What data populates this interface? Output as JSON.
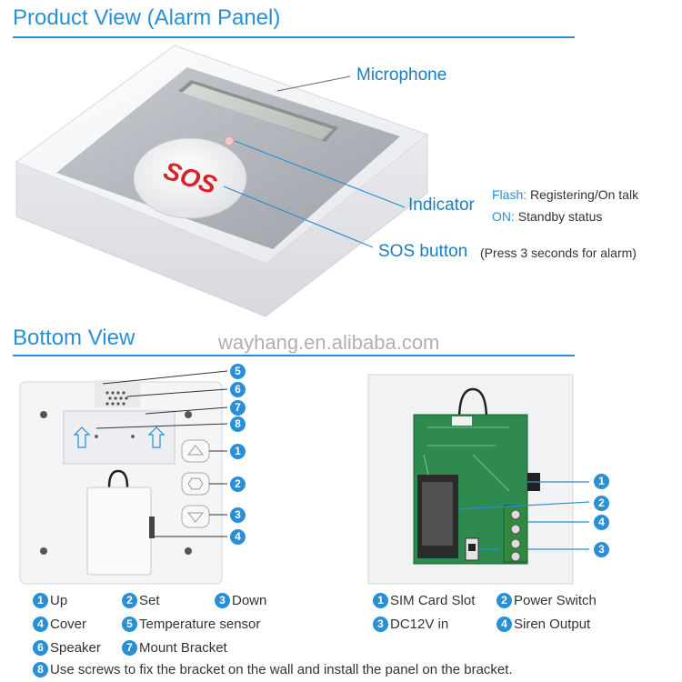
{
  "product_view": {
    "title": "Product View (Alarm Panel)",
    "sos_label": "SOS",
    "callouts": {
      "microphone": "Microphone",
      "indicator": "Indicator",
      "sos_button": "SOS button",
      "sos_note": "(Press 3 seconds for alarm)"
    },
    "indicator_notes": {
      "flash_key": "Flash:",
      "flash_text": "Registering/On talk",
      "on_key": "ON:",
      "on_text": "Standby status"
    }
  },
  "bottom_view": {
    "title": "Bottom View",
    "watermark": "wayhang.en.alibaba.com",
    "left_badges": [
      "5",
      "6",
      "7",
      "8",
      "1",
      "2",
      "3",
      "4"
    ],
    "right_badges": [
      "1",
      "2",
      "4",
      "3"
    ]
  },
  "legend": {
    "row1": [
      {
        "num": "1",
        "text": "Up"
      },
      {
        "num": "2",
        "text": "Set"
      },
      {
        "num": "3",
        "text": "Down"
      },
      {
        "num": "1",
        "text": "SIM Card Slot"
      },
      {
        "num": "2",
        "text": "Power Switch"
      }
    ],
    "row2": [
      {
        "num": "4",
        "text": "Cover"
      },
      {
        "num": "5",
        "text": "Temperature sensor"
      },
      {
        "num": "3",
        "text": "DC12V in"
      },
      {
        "num": "4",
        "text": "Siren Output"
      }
    ],
    "row3": [
      {
        "num": "6",
        "text": "Speaker"
      },
      {
        "num": "7",
        "text": "Mount Bracket"
      }
    ],
    "row4": [
      {
        "num": "8",
        "text": "Use screws to fix the bracket on the wall and install the panel on the bracket."
      }
    ]
  },
  "colors": {
    "accent": "#2a8fd4",
    "sos_red": "#d8232a",
    "pcb_green": "#2e8a4e"
  }
}
